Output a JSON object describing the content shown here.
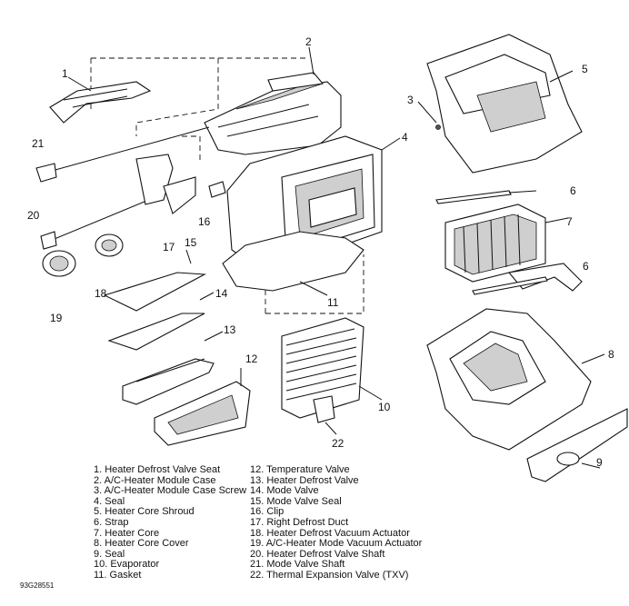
{
  "callouts": [
    "1",
    "2",
    "3",
    "4",
    "5",
    "6",
    "7",
    "6",
    "8",
    "9",
    "10",
    "11",
    "12",
    "13",
    "14",
    "15",
    "16",
    "17",
    "18",
    "19",
    "20",
    "21",
    "22"
  ],
  "legend_left": [
    "1. Heater Defrost Valve Seat",
    "2. A/C-Heater Module Case",
    "3. A/C-Heater Module Case Screw",
    "4. Seal",
    "5. Heater Core Shroud",
    "6. Strap",
    "7. Heater Core",
    "8. Heater Core Cover",
    "9. Seal",
    "10. Evaporator",
    "11. Gasket"
  ],
  "legend_right": [
    "12. Temperature Valve",
    "13. Heater Defrost Valve",
    "14. Mode Valve",
    "15. Mode Valve Seal",
    "16. Clip",
    "17. Right Defrost Duct",
    "18. Heater Defrost Vacuum Actuator",
    "19. A/C-Heater Mode Vacuum Actuator",
    "20. Heater Defrost Valve Shaft",
    "21. Mode Valve Shaft",
    "22. Thermal Expansion Valve (TXV)"
  ],
  "figure_id": "93G28551"
}
